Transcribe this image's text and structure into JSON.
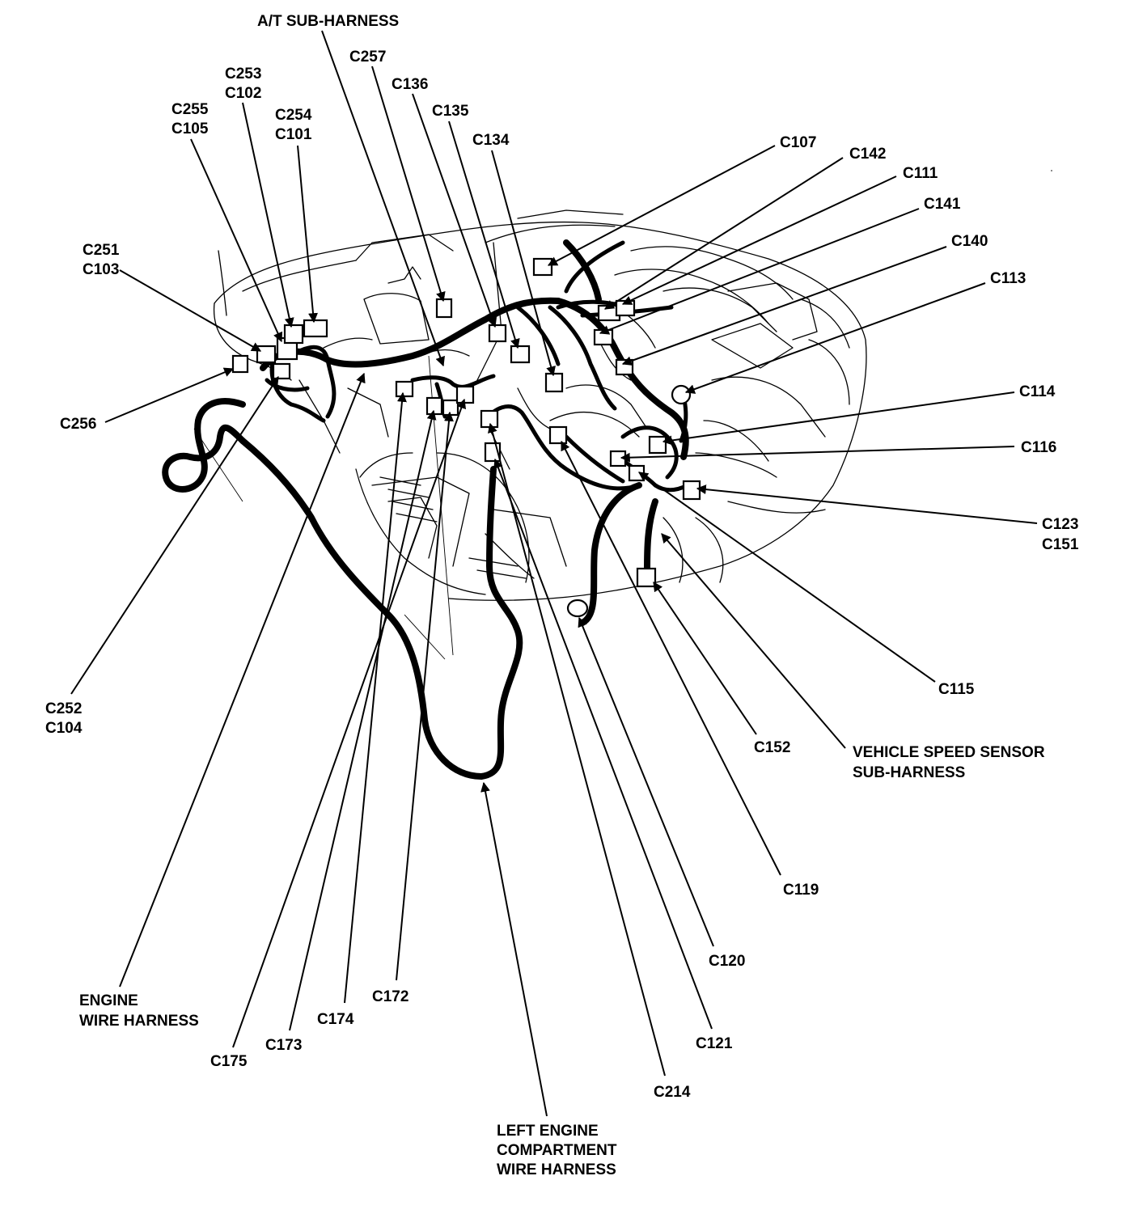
{
  "labels": {
    "at_sub_harness": "A/T SUB-HARNESS",
    "c257": "C257",
    "c136": "C136",
    "c135": "C135",
    "c134": "C134",
    "c253": "C253",
    "c102": "C102",
    "c255": "C255",
    "c105": "C105",
    "c254": "C254",
    "c101": "C101",
    "c251": "C251",
    "c103": "C103",
    "c256": "C256",
    "c107": "C107",
    "c142": "C142",
    "c111": "C111",
    "c141": "C141",
    "c140": "C140",
    "c113": "C113",
    "c114": "C114",
    "c116": "C116",
    "c123": "C123",
    "c151": "C151",
    "c115": "C115",
    "c152": "C152",
    "vss_line1": "VEHICLE SPEED SENSOR",
    "vss_line2": "SUB-HARNESS",
    "c119": "C119",
    "c120": "C120",
    "c121": "C121",
    "c214": "C214",
    "c252": "C252",
    "c104": "C104",
    "engine_line1": "ENGINE",
    "engine_line2": "WIRE HARNESS",
    "c175": "C175",
    "c173": "C173",
    "c174": "C174",
    "c172": "C172",
    "left_line1": "LEFT ENGINE",
    "left_line2": "COMPARTMENT",
    "left_line3": "WIRE HARNESS"
  }
}
